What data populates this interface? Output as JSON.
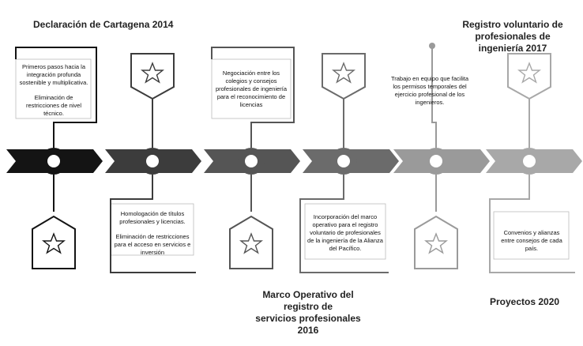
{
  "milestones": {
    "m1": "Declaración de Cartagena 2014",
    "m2_line1": "Marco Operativo del registro de",
    "m2_line2": "servicios profesionales 2016",
    "m3_line1": "Registro voluntario de profesionales de",
    "m3_line2": "ingeniería 2017",
    "m4": "Proyectos 2020"
  },
  "boxes": {
    "b1": {
      "p1": "Primeros pasos hacia la integración profunda sostenible y multiplicativa.",
      "p2": "Eliminación de restricciones de nivel técnico."
    },
    "b2": {
      "p1": "Homologación de títulos profesionales y licencias.",
      "p2": "Eliminación de restricciones para el acceso en servicios e inversión"
    },
    "b3": {
      "p1": "Negociación entre los colegios y consejos profesionales de ingeniería para el reconocimiento de licencias"
    },
    "b4": {
      "p1": "Incorporación del marco operativo para el registro voluntario de profesionales de la ingeniería de la Alianza del Pacífico."
    },
    "b5": {
      "p1": "Trabajo en equipo que facilita los permisos temporales del ejercicio profesional de los ingenieros."
    },
    "b6": {
      "p1": "Convenios y alianzas entre consejos de cada país."
    }
  },
  "colors": {
    "stage1": "#141414",
    "stage2": "#3c3c3c",
    "stage3": "#555555",
    "stage4": "#6b6b6b",
    "stage5": "#9a9a9a",
    "stage6": "#a8a8a8"
  },
  "icons": [
    "star-icon",
    "star-icon",
    "star-icon",
    "star-icon",
    "star-icon",
    "star-icon"
  ]
}
